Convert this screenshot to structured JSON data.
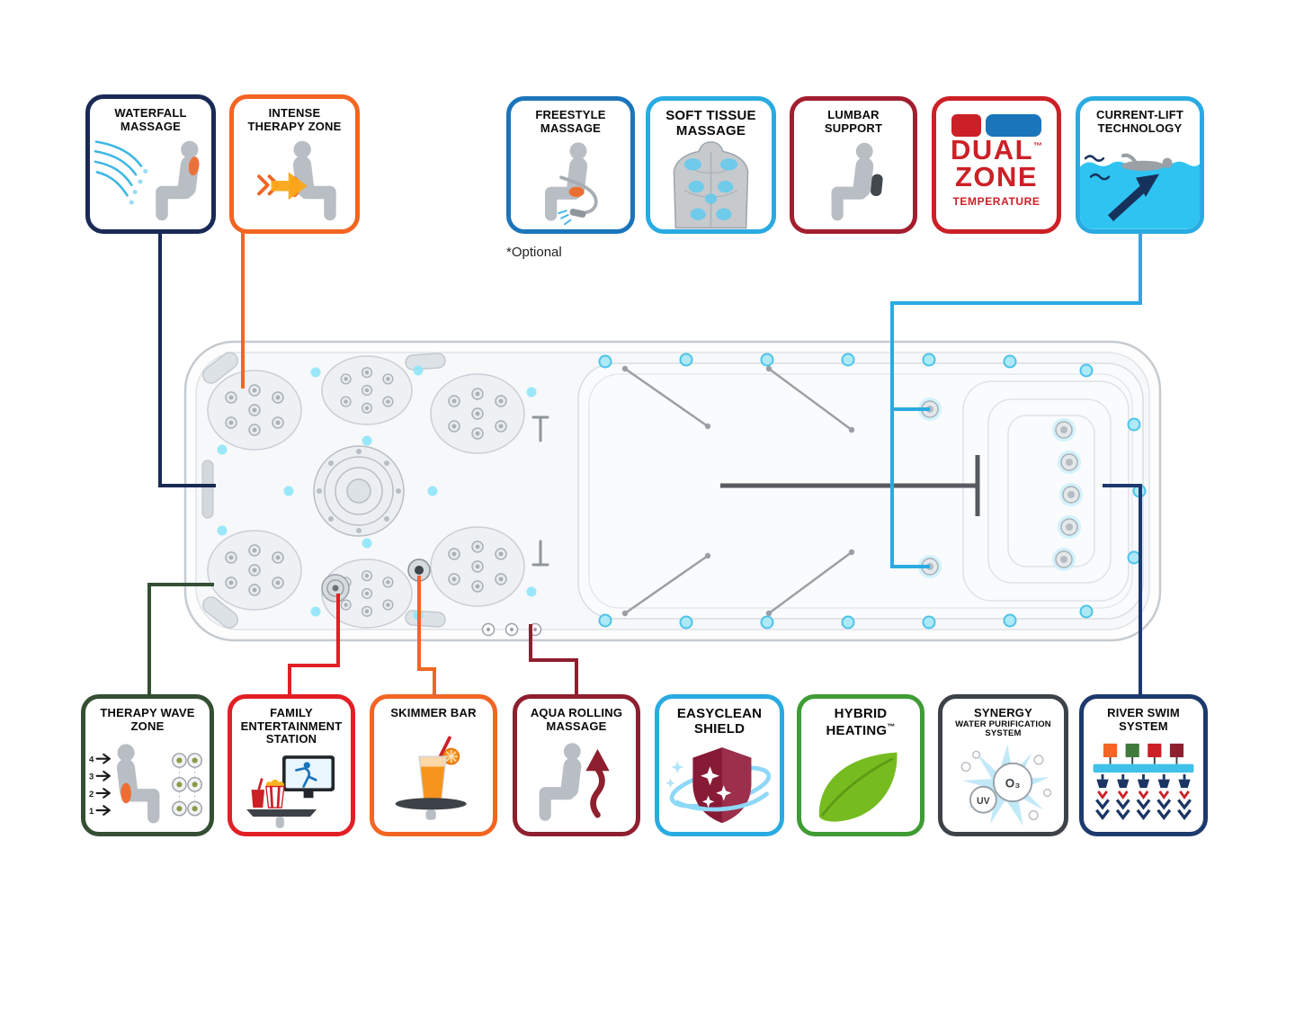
{
  "colors": {
    "navy": "#1a2a55",
    "orange": "#f26522",
    "blue": "#1b75bb",
    "cyan": "#29abe2",
    "crimson": "#a31e2f",
    "dualred": "#cc2027",
    "dualblue": "#1b75bb",
    "darkgreen": "#344f33",
    "red": "#e21f26",
    "maroon": "#8e1f2f",
    "green": "#3f9c35",
    "darkgray": "#3c4247",
    "rivernavy": "#1d3a6e",
    "leafgreen": "#76bc21",
    "watercyan": "#2fc3f1"
  },
  "optional_note": "*Optional",
  "badges": {
    "waterfall": {
      "label": "WATERFALL MASSAGE"
    },
    "intense": {
      "label": "INTENSE THERAPY ZONE"
    },
    "freestyle": {
      "label": "FREESTYLE MASSAGE"
    },
    "soft_tissue": {
      "label": "SOFT TISSUE MASSAGE"
    },
    "lumbar": {
      "label": "LUMBAR SUPPORT"
    },
    "dual_zone": {
      "word1": "DUAL",
      "word2": "ZONE",
      "word3": "TEMPERATURE",
      "tm": "™"
    },
    "current_lift": {
      "label": "CURRENT-LIFT TECHNOLOGY"
    },
    "therapy_wave": {
      "label": "THERAPY WAVE ZONE",
      "arrow_numbers": [
        "4",
        "3",
        "2",
        "1"
      ]
    },
    "family": {
      "label": "FAMILY ENTERTAINMENT STATION"
    },
    "skimmer": {
      "label": "SKIMMER BAR"
    },
    "aqua_rolling": {
      "label": "AQUA ROLLING MASSAGE"
    },
    "easyclean": {
      "label": "EASYCLEAN SHIELD"
    },
    "hybrid": {
      "label": "HYBRID HEATING",
      "tm": "™"
    },
    "synergy": {
      "line1": "SYNERGY",
      "line2": "WATER PURIFICATION",
      "line3": "SYSTEM",
      "uv": "UV",
      "o3": "O₃"
    },
    "river_swim": {
      "label": "RIVER SWIM SYSTEM"
    }
  }
}
